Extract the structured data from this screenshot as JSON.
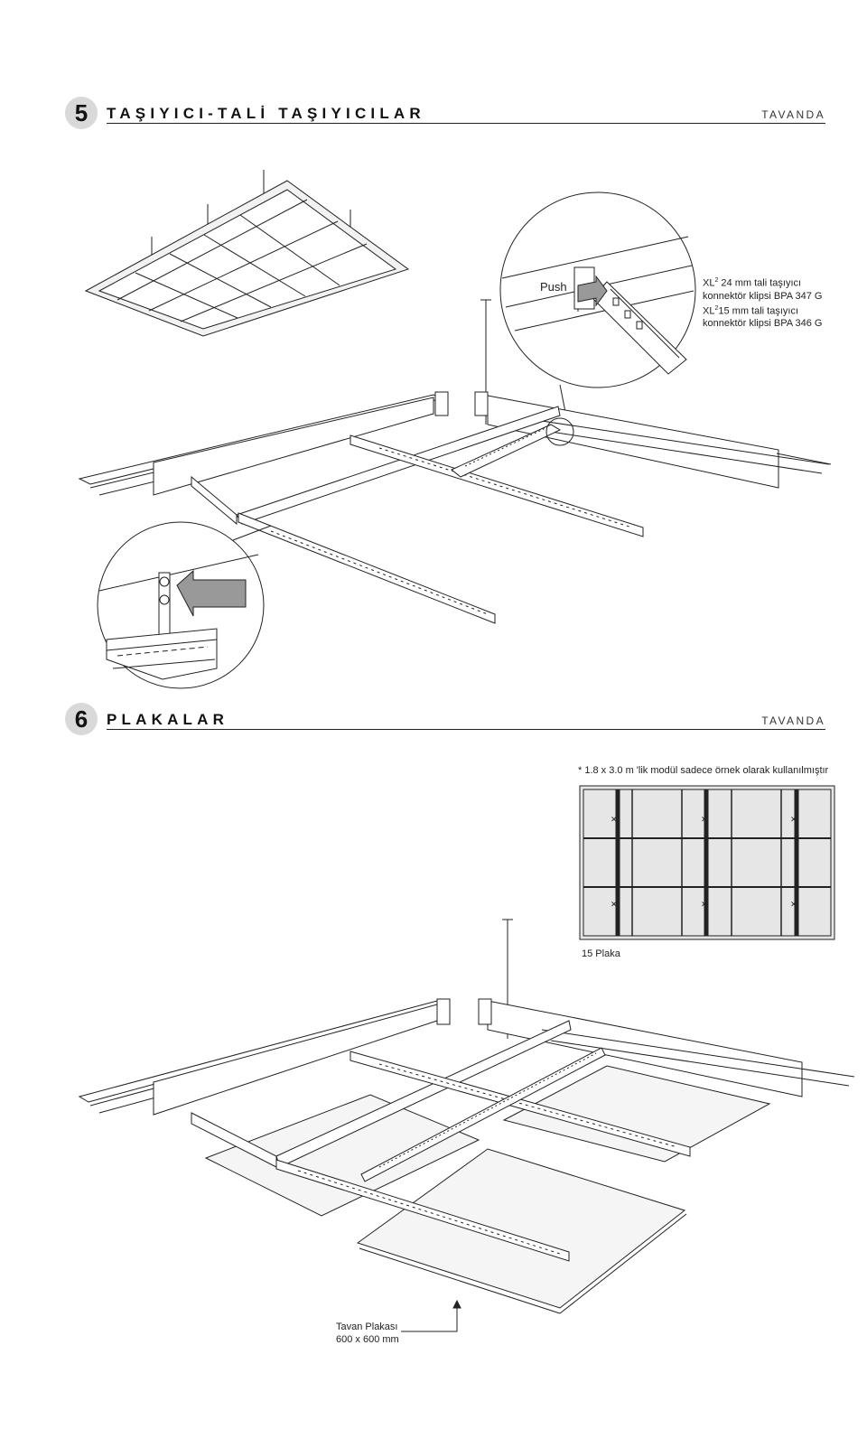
{
  "section5": {
    "number": "5",
    "title": "TAŞIYICI-TALİ TAŞIYICILAR",
    "location": "TAVANDA"
  },
  "section6": {
    "number": "6",
    "title": "PLAKALAR",
    "location": "TAVANDA"
  },
  "detail_push": {
    "label": "Push"
  },
  "clip_notes": {
    "line1_prefix": "XL",
    "line1_sup": "2",
    "line1_rest": " 24 mm tali taşıyıcı",
    "line2": "konnektör klipsi BPA 347 G",
    "line3_prefix": "XL",
    "line3_sup": "2",
    "line3_rest": "15 mm tali taşıyıcı",
    "line4": "konnektör klipsi BPA 346 G"
  },
  "module_note": "* 1.8 x 3.0 m 'lik modül sadece örnek olarak kullanılmıştır",
  "plan_caption": "15 Plaka",
  "tile_label": {
    "line1": "Tavan Plakası",
    "line2": "600 x 600 mm"
  },
  "colors": {
    "badge": "#d9d9d9",
    "tile_fill": "#e6e6e6",
    "line": "#222222"
  }
}
